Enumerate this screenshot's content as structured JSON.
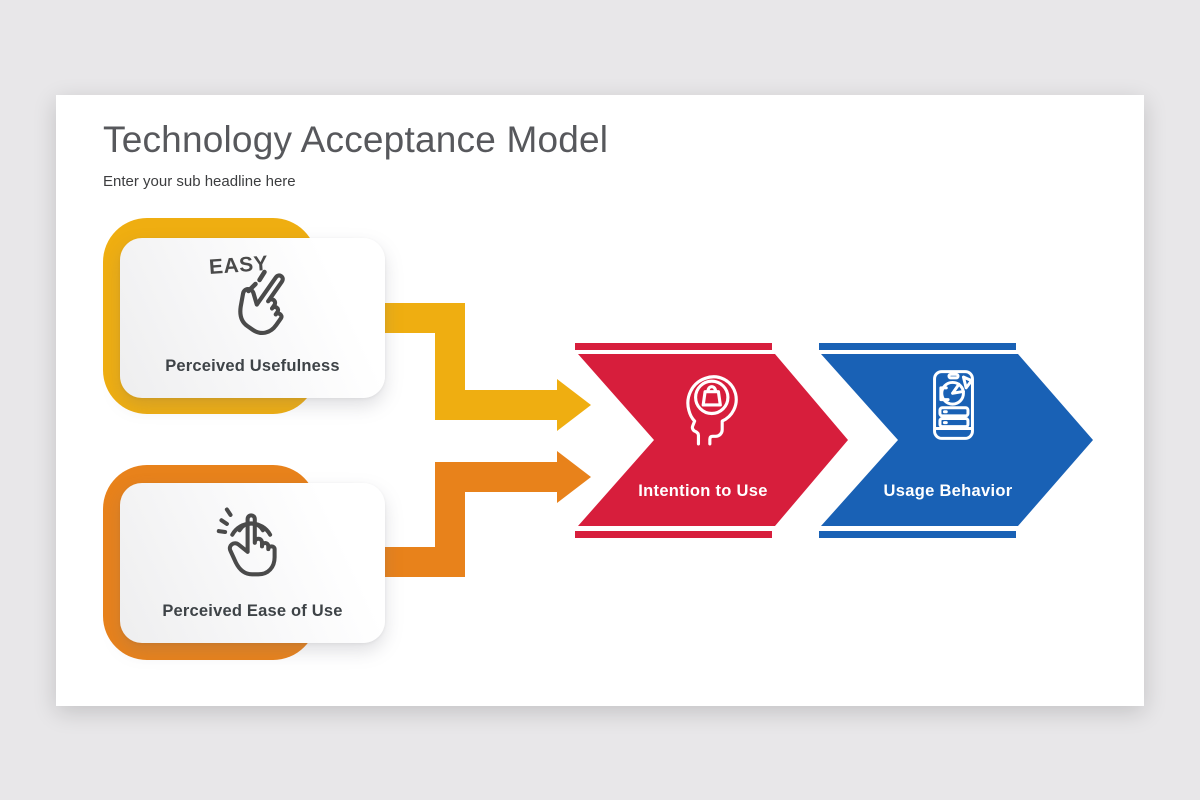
{
  "canvas": {
    "background": "#E8E7E9"
  },
  "slide": {
    "background": "#FFFFFF",
    "title": "Technology Acceptance Model",
    "subtitle": "Enter your sub headline here"
  },
  "colors": {
    "yellow": "#EFAE11",
    "orange": "#E8821B",
    "red": "#D71E3C",
    "blue": "#1961B5",
    "title_gray": "#57585C",
    "text_dark": "#3E4347",
    "icon_stroke": "#4A4A4A",
    "chevron_text": "#FFFFFF"
  },
  "factors": [
    {
      "label": "Perceived Usefulness",
      "accent": "yellow",
      "icon": "easy-click-hand-icon",
      "icon_text": "EASY"
    },
    {
      "label": "Perceived Ease of Use",
      "accent": "orange",
      "icon": "tap-finger-icon"
    }
  ],
  "stages": [
    {
      "label": "Intention to Use",
      "accent": "red",
      "icon": "head-shopping-bag-icon"
    },
    {
      "label": "Usage Behavior",
      "accent": "blue",
      "icon": "phone-pie-chart-icon"
    }
  ]
}
